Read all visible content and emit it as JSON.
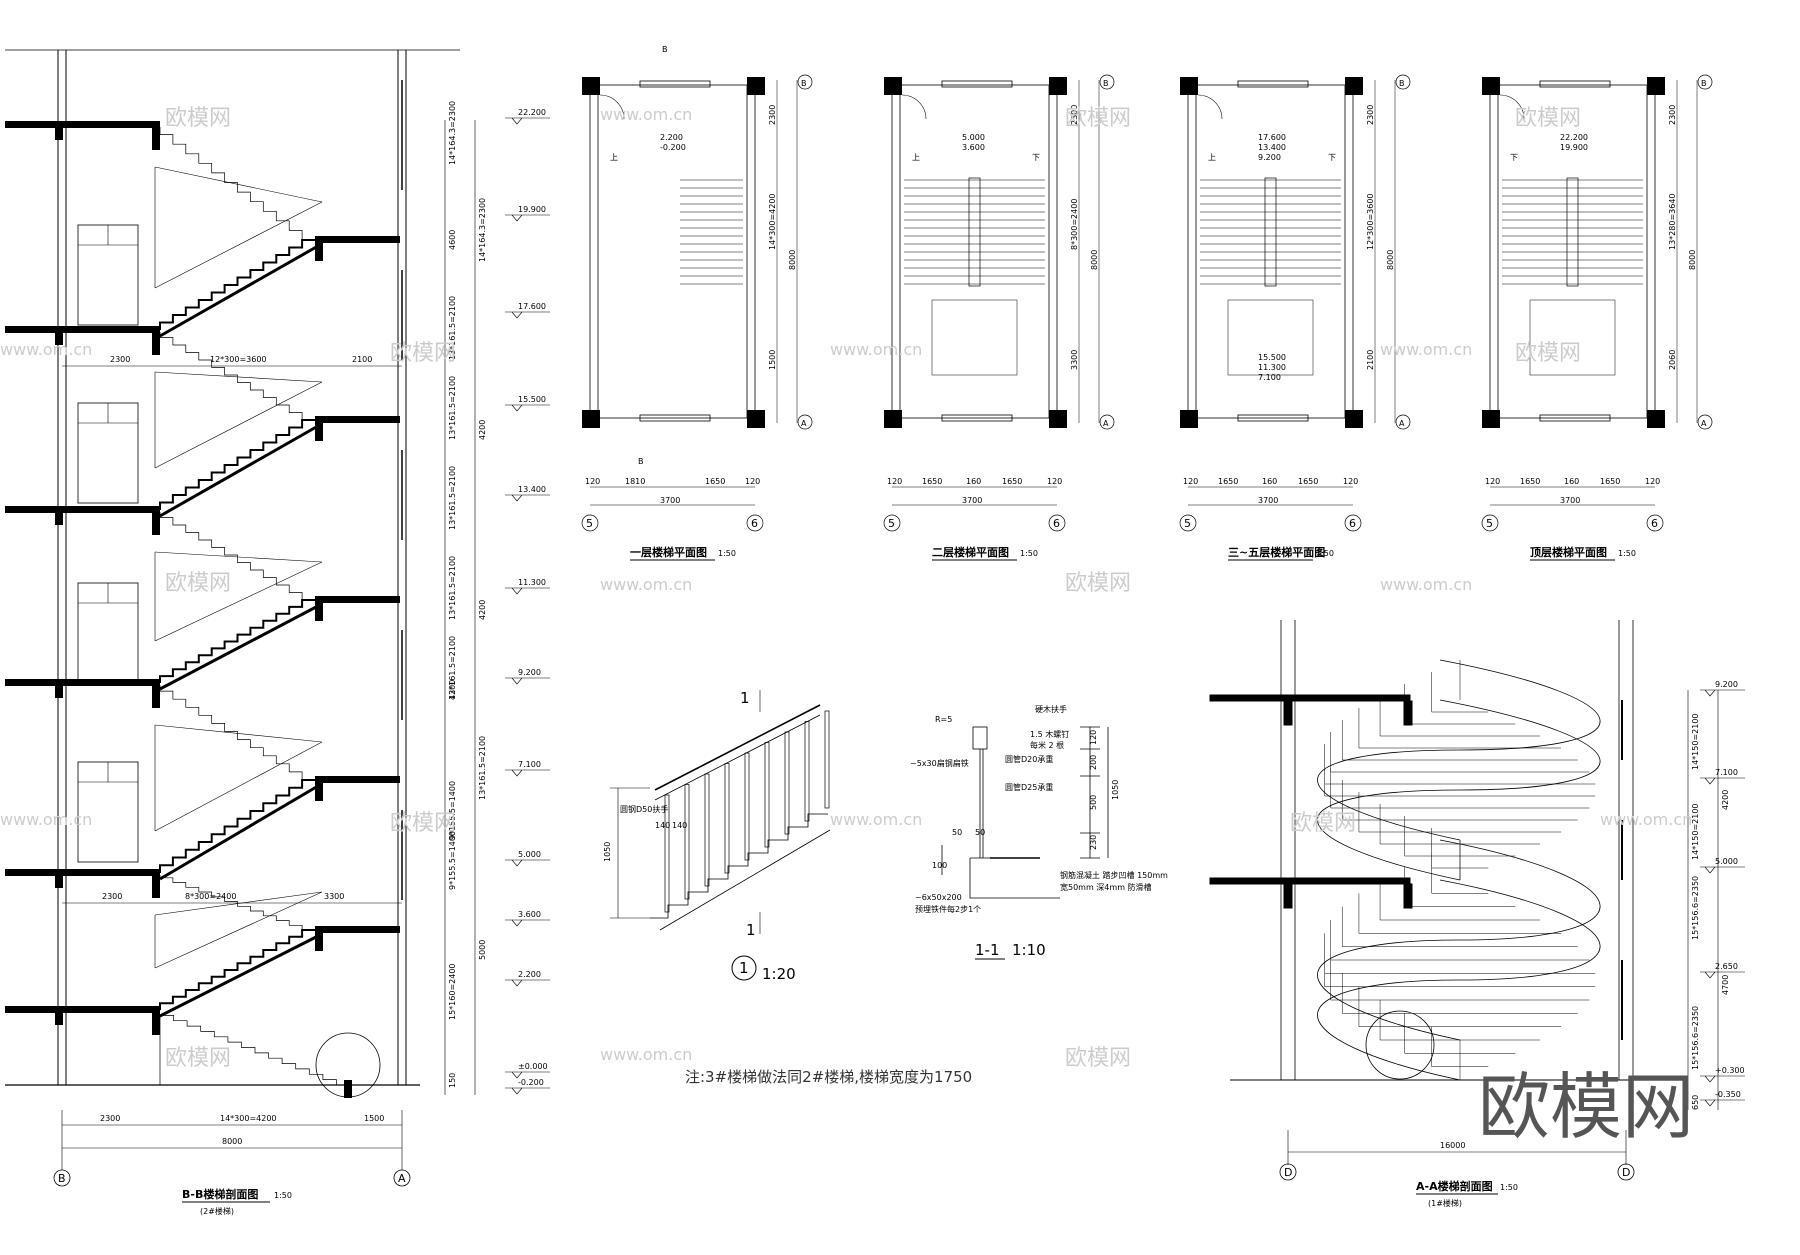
{
  "sections": {
    "bb": {
      "title": "B-B楼梯剖面图",
      "scale": "1:50",
      "subtitle": "(2#楼梯)",
      "axes": [
        "B",
        "A"
      ],
      "elevations": [
        "22.200",
        "19.900",
        "17.600",
        "15.500",
        "13.400",
        "11.300",
        "9.200",
        "7.100",
        "5.000",
        "3.600",
        "2.200",
        "±0.000",
        "-0.200"
      ],
      "vertical_dims": [
        "14*164.3=2300",
        "4600",
        "14*164.3=2300",
        "13*161.5=2100",
        "4200",
        "13*161.5=2100",
        "13*161.5=2100",
        "4200",
        "13*161.5=2100",
        "13*161.5=2100",
        "4200",
        "13*161.5=2100",
        "9*155.5=1400",
        "9*155.5=1400",
        "5000",
        "15*160=2400",
        "150"
      ],
      "horiz_dims_upper": [
        "2300",
        "12*300=3600",
        "2100"
      ],
      "horiz_dims_lower": [
        "2300",
        "8*300=2400",
        "3300"
      ],
      "bottom_dims": [
        "2300",
        "14*300=4200",
        "1500"
      ],
      "total": "8000"
    },
    "aa": {
      "title": "A-A楼梯剖面图",
      "scale": "1:50",
      "subtitle": "(1#楼梯)",
      "axes": [
        "D",
        "D"
      ],
      "elevations": [
        "9.200",
        "7.100",
        "5.000",
        "2.650",
        "+0.300",
        "-0.350"
      ],
      "vertical_dims": [
        "14*150=2100",
        "4200",
        "14*150=2100",
        "15*156.6=2350",
        "4700",
        "15*156.6=2350",
        "650"
      ],
      "total": "16000"
    }
  },
  "plans": [
    {
      "title": "一层楼梯平面图",
      "scale": "1:50",
      "dims": [
        "120",
        "1810",
        "1650",
        "120"
      ],
      "total": "3700",
      "axes": [
        "5",
        "6"
      ],
      "row_axes": [
        "B",
        "A"
      ],
      "side_dims": [
        "2300",
        "14*300=4200",
        "1500"
      ],
      "side_total": "8000",
      "elevs": [
        "2.200",
        "-0.200"
      ],
      "marks": [
        "上"
      ],
      "cut": "B"
    },
    {
      "title": "二层楼梯平面图",
      "scale": "1:50",
      "dims": [
        "120",
        "1650",
        "160",
        "1650",
        "120"
      ],
      "total": "3700",
      "axes": [
        "5",
        "6"
      ],
      "row_axes": [
        "B",
        "A"
      ],
      "side_dims": [
        "2300",
        "8*300=2400",
        "3300"
      ],
      "side_total": "8000",
      "elevs": [
        "5.000",
        "3.600"
      ],
      "marks": [
        "上",
        "下"
      ]
    },
    {
      "title": "三~五层楼梯平面图",
      "scale": "1:50",
      "dims": [
        "120",
        "1650",
        "160",
        "1650",
        "120"
      ],
      "total": "3700",
      "axes": [
        "5",
        "6"
      ],
      "row_axes": [
        "B",
        "A"
      ],
      "side_dims": [
        "2300",
        "12*300=3600",
        "2100"
      ],
      "side_total": "8000",
      "elevs": [
        "17.600",
        "13.400",
        "9.200",
        "15.500",
        "11.300",
        "7.100"
      ],
      "marks": [
        "上",
        "下"
      ]
    },
    {
      "title": "顶层楼梯平面图",
      "scale": "1:50",
      "dims": [
        "120",
        "1650",
        "160",
        "1650",
        "120"
      ],
      "total": "3700",
      "axes": [
        "5",
        "6"
      ],
      "row_axes": [
        "B",
        "A"
      ],
      "side_dims": [
        "2300",
        "13*280=3640",
        "2060"
      ],
      "side_total": "8000",
      "elevs": [
        "22.200",
        "19.900"
      ],
      "marks": [
        "下"
      ]
    }
  ],
  "detail1": {
    "label": "1",
    "scale": "1:20",
    "cut": "1",
    "texts": [
      "圆钢D50扶手",
      "140",
      "140",
      "1050"
    ]
  },
  "detail11": {
    "title": "1-1",
    "scale": "1:10",
    "texts": [
      "R=5",
      "硬木扶手",
      "1.5 木螺钉",
      "每米 2 根",
      "~5x30扁钢扁铁",
      "圆管D20承重",
      "圆管D25承重",
      "120",
      "200",
      "500",
      "230",
      "1050",
      "50",
      "50",
      "100",
      "钢筋混凝土 踏步凹槽 150mm",
      "宽50mm 深4mm 防滑槽",
      "~6x50x200",
      "预埋铁件每2步1个"
    ]
  },
  "note": "注:3#楼梯做法同2#楼梯,楼梯宽度为1750",
  "watermark": {
    "brand": "欧模网",
    "url": "www.om.cn"
  }
}
